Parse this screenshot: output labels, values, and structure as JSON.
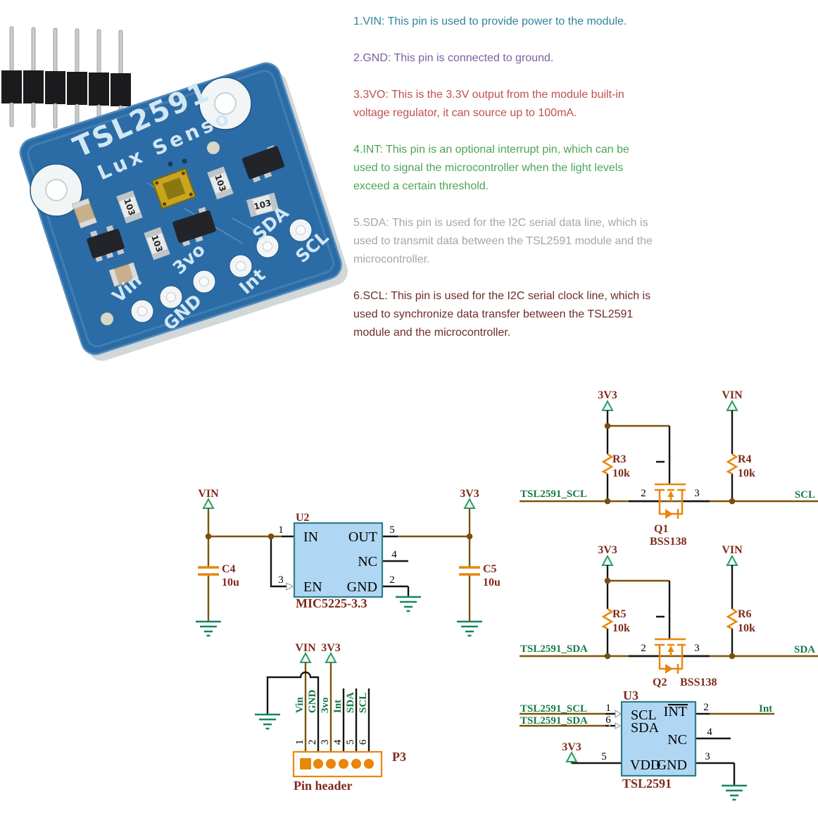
{
  "descriptions": [
    {
      "text": "1.VIN: This pin is used to provide power to the module.",
      "color": "#31849B"
    },
    {
      "text": "2.GND: This pin is connected to ground.",
      "color": "#7D60A0"
    },
    {
      "text": "3.3VO: This is the 3.3V output from the module built-in\nvoltage regulator, it can source up to 100mA.",
      "color": "#C0504D"
    },
    {
      "text": "4.INT: This pin is an optional interrupt pin, which can be\nused to signal the microcontroller when the light levels\nexceed a certain threshold.",
      "color": "#4EA455"
    },
    {
      "text": "5.SDA: This pin is used for the I2C serial data line, which is\nused to transmit data between the TSL2591 module and the\nmicrocontroller.",
      "color": "#A6A6A6"
    },
    {
      "text": "6.SCL: This pin is used for the I2C serial clock line, which is\nused to synchronize data transfer between the TSL2591\nmodule and the microcontroller.",
      "color": "#6E2C2B"
    }
  ],
  "photo": {
    "title": "TSL2591",
    "subtitle": "Lux Senso",
    "chip_label": "103",
    "pads": [
      "Vin",
      "GND",
      "3vo",
      "Int",
      "SDA",
      "SCL"
    ]
  },
  "sch": {
    "colors": {
      "wire": "#7B5408",
      "symbol": "#E8860D",
      "net_label": "#177A45",
      "ref_label": "#7E2A1C",
      "ic_fill": "#AFD7F3",
      "ic_border": "#2E7F86",
      "power_flag": "#2E9B67",
      "ground": "#178464"
    },
    "flags": {
      "vin": "VIN",
      "v33": "3V3"
    },
    "reg": {
      "ref": "U2",
      "part": "MIC5225-3.3",
      "cin_ref": "C4",
      "cin_val": "10u",
      "cout_ref": "C5",
      "cout_val": "10u",
      "pin_in": "IN",
      "pin_out": "OUT",
      "pin_nc": "NC",
      "pin_en": "EN",
      "pin_gnd": "GND",
      "n_in": "1",
      "n_out": "5",
      "n_nc": "4",
      "n_en": "3",
      "n_gnd": "2"
    },
    "hdr": {
      "ref": "P3",
      "name": "Pin header",
      "nets": [
        "Vin",
        "GND",
        "3vo",
        "Int",
        "SDA",
        "SCL"
      ],
      "nums": [
        "1",
        "2",
        "3",
        "4",
        "5",
        "6"
      ]
    },
    "s1": {
      "r1_ref": "R3",
      "r1_val": "10k",
      "r2_ref": "R4",
      "r2_val": "10k",
      "q_ref": "Q1",
      "q_val": "BSS138",
      "net_l": "TSL2591_SCL",
      "net_r": "SCL",
      "n2": "2",
      "n3": "3"
    },
    "s2": {
      "r1_ref": "R5",
      "r1_val": "10k",
      "r2_ref": "R6",
      "r2_val": "10k",
      "q_ref": "Q2",
      "q_val": "BSS138",
      "net_l": "TSL2591_SDA",
      "net_r": "SDA",
      "n2": "2",
      "n3": "3"
    },
    "u3": {
      "ref": "U3",
      "part": "TSL2591",
      "net_scl": "TSL2591_SCL",
      "net_sda": "TSL2591_SDA",
      "net_int": "Int",
      "pin_scl": "SCL",
      "pin_sda": "SDA",
      "pin_int": "INT",
      "pin_nc": "NC",
      "pin_vdd": "VDD",
      "pin_gnd": "GND",
      "n_scl": "1",
      "n_sda": "6",
      "n_int": "2",
      "n_nc": "4",
      "n_vdd": "5",
      "n_gnd": "3"
    }
  }
}
